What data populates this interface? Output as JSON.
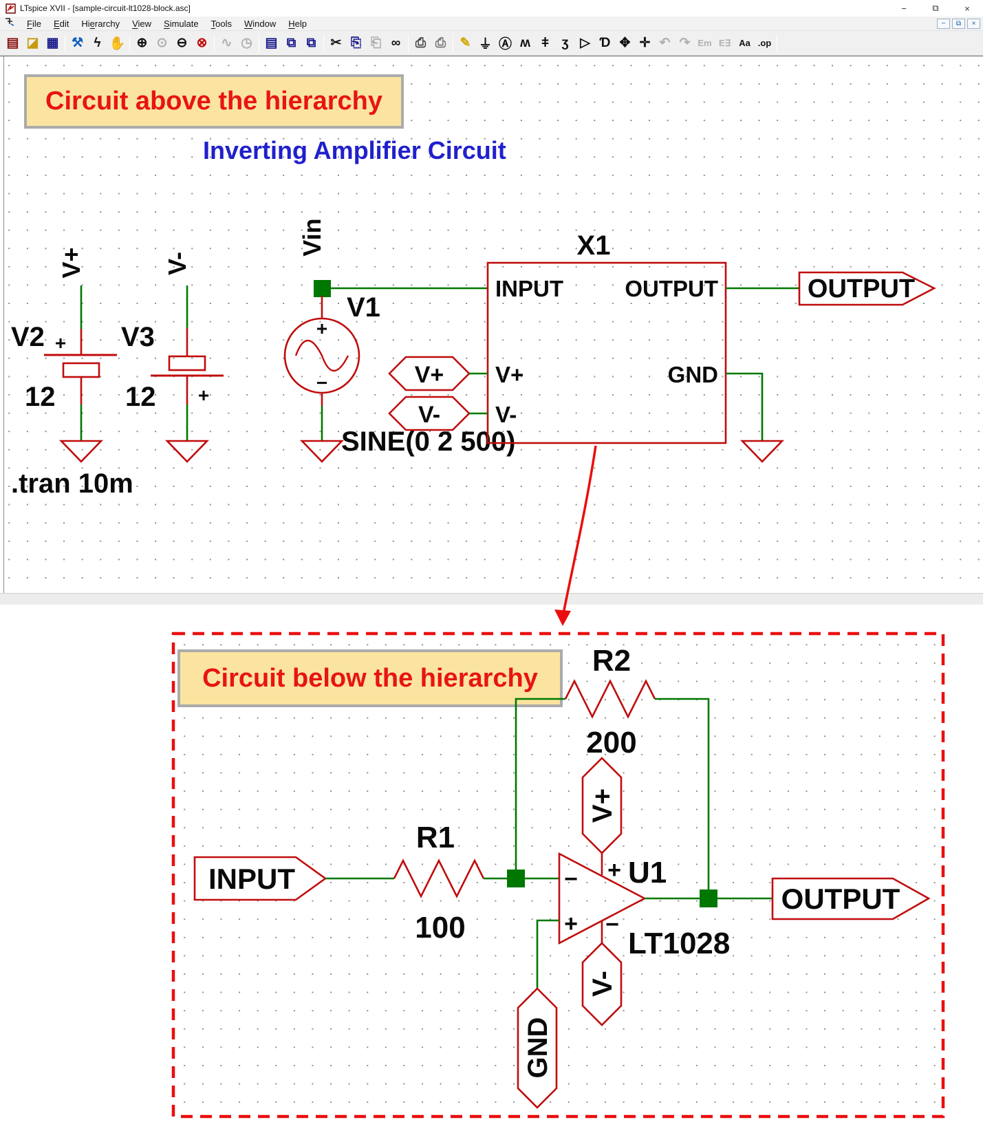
{
  "window": {
    "title": "LTspice XVII - [sample-circuit-lt1028-block.asc]",
    "controls": {
      "minimize": "−",
      "restore": "⧉",
      "close": "×"
    }
  },
  "menu": {
    "items": [
      "File",
      "Edit",
      "Hierarchy",
      "View",
      "Simulate",
      "Tools",
      "Window",
      "Help"
    ],
    "mnemonics": [
      0,
      0,
      2,
      0,
      0,
      0,
      0,
      0
    ],
    "child_controls": {
      "minimize": "−",
      "restore": "⧉",
      "close": "×"
    }
  },
  "toolbar": {
    "icons": [
      {
        "name": "new-schematic",
        "glyph": "▤",
        "color": "#8c1212"
      },
      {
        "name": "open-file",
        "glyph": "◪",
        "color": "#c89a12"
      },
      {
        "name": "save",
        "glyph": "▦",
        "color": "#1a1a8c"
      },
      {
        "type": "sep"
      },
      {
        "name": "control-panel-hammer",
        "glyph": "⚒",
        "color": "#1560bd"
      },
      {
        "name": "run-simulation",
        "glyph": "ϟ",
        "color": "#111111"
      },
      {
        "name": "halt-simulation",
        "glyph": "✋",
        "disabled": true
      },
      {
        "type": "sep"
      },
      {
        "name": "zoom-in",
        "glyph": "⊕",
        "color": "#111111"
      },
      {
        "name": "zoom-back",
        "glyph": "⊙",
        "disabled": true
      },
      {
        "name": "zoom-out",
        "glyph": "⊖",
        "color": "#111111"
      },
      {
        "name": "zoom-full-extents",
        "glyph": "⊗",
        "color": "#c00c0c"
      },
      {
        "type": "sep"
      },
      {
        "name": "autorange-plot",
        "glyph": "∿",
        "disabled": true
      },
      {
        "name": "plot-settings",
        "glyph": "◷",
        "disabled": true
      },
      {
        "type": "sep"
      },
      {
        "name": "tile-windows",
        "glyph": "▤",
        "color": "#1a1a8c"
      },
      {
        "name": "cascade-windows",
        "glyph": "⧉",
        "color": "#1a1a8c"
      },
      {
        "name": "cascade-new-window",
        "glyph": "⧉",
        "color": "#1a1a8c"
      },
      {
        "type": "sep"
      },
      {
        "name": "cut",
        "glyph": "✂",
        "color": "#111111"
      },
      {
        "name": "copy",
        "glyph": "⎘",
        "color": "#1a1a8c"
      },
      {
        "name": "paste",
        "glyph": "⎗",
        "disabled": true
      },
      {
        "name": "find",
        "glyph": "∞",
        "color": "#111111"
      },
      {
        "type": "sep"
      },
      {
        "name": "print",
        "glyph": "⎙",
        "color": "#444444"
      },
      {
        "name": "print-preview",
        "glyph": "⎙",
        "color": "#777777"
      },
      {
        "type": "sep"
      },
      {
        "name": "draw-wire",
        "glyph": "✎",
        "color": "#d4a800"
      },
      {
        "name": "place-ground",
        "glyph": "⏚",
        "color": "#111111"
      },
      {
        "name": "net-label",
        "glyph": "Ⓐ",
        "color": "#111111"
      },
      {
        "name": "place-resistor",
        "glyph": "ʍ",
        "color": "#111111"
      },
      {
        "name": "place-capacitor",
        "glyph": "ǂ",
        "color": "#111111"
      },
      {
        "name": "place-inductor",
        "glyph": "ʒ",
        "color": "#111111"
      },
      {
        "name": "place-diode",
        "glyph": "▷",
        "color": "#111111"
      },
      {
        "name": "place-component",
        "glyph": "Ɗ",
        "color": "#111111"
      },
      {
        "name": "move",
        "glyph": "✥",
        "color": "#111111"
      },
      {
        "name": "drag",
        "glyph": "✛",
        "color": "#111111"
      },
      {
        "name": "undo",
        "glyph": "↶",
        "disabled": true
      },
      {
        "name": "redo",
        "glyph": "↷",
        "disabled": true
      },
      {
        "name": "mirror",
        "glyph": "Em",
        "disabled": true,
        "small": true
      },
      {
        "name": "rotate",
        "glyph": "E∃",
        "disabled": true,
        "small": true
      },
      {
        "name": "text-tool",
        "glyph": "Aa",
        "color": "#111111",
        "small": true
      },
      {
        "name": "spice-directive",
        "glyph": ".op",
        "color": "#111111",
        "small": true
      },
      {
        "type": "sep"
      }
    ]
  },
  "upper": {
    "annotation": "Circuit above the hierarchy",
    "title": "Inverting Amplifier Circuit",
    "directive": ".tran 10m",
    "v2": {
      "ref": "V2",
      "value": "12"
    },
    "v3": {
      "ref": "V3",
      "value": "12"
    },
    "v1": {
      "ref": "V1",
      "value": "SINE(0 2 500)"
    },
    "flags": {
      "vplus": "V+",
      "vminus": "V-",
      "vin": "Vin",
      "output": "OUTPUT"
    },
    "block": {
      "ref": "X1",
      "pin_input": "INPUT",
      "pin_output": "OUTPUT",
      "pin_vplus": "V+",
      "pin_vminus": "V-",
      "pin_gnd": "GND"
    }
  },
  "lower": {
    "annotation": "Circuit below the hierarchy",
    "r1": {
      "ref": "R1",
      "value": "100"
    },
    "r2": {
      "ref": "R2",
      "value": "200"
    },
    "opamp": {
      "ref": "U1",
      "model": "LT1028"
    },
    "flags": {
      "input": "INPUT",
      "output": "OUTPUT",
      "vplus": "V+",
      "vminus": "V-",
      "gnd": "GND"
    }
  },
  "symbols": {
    "plus": "+",
    "minus": "−"
  },
  "colors": {
    "wire_green": "#007700",
    "symbol_red": "#c00c0c",
    "net_pink": "#ee1493",
    "annotation_red": "#e81414",
    "title_blue": "#2020cc",
    "note_fill": "#fbe4a0",
    "hierarchy_red": "#ea0e0e"
  }
}
